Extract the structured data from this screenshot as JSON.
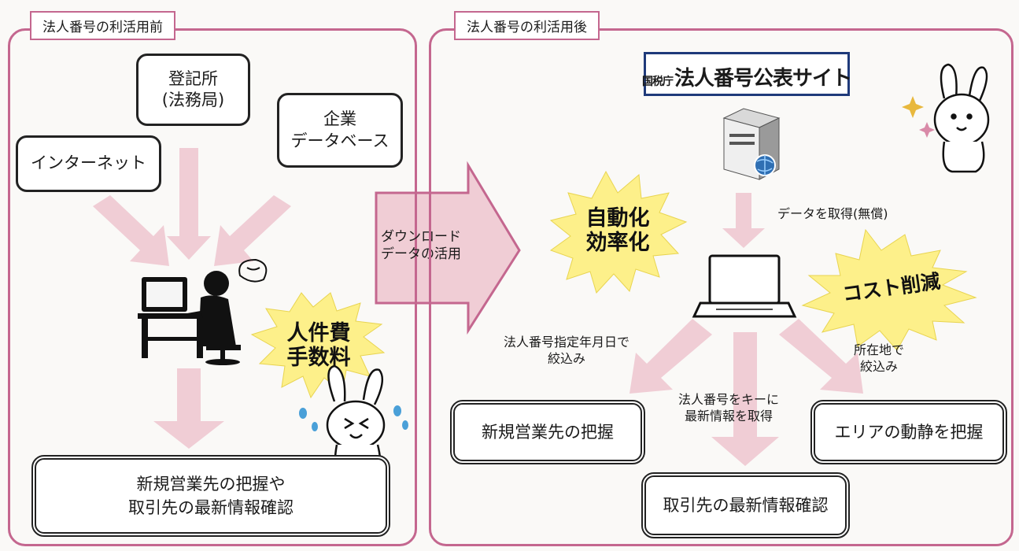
{
  "before": {
    "tab": "法人番号の利活用前",
    "registry": [
      "登記所",
      "(法務局)"
    ],
    "internet": "インターネット",
    "company_db": [
      "企業",
      "データベース"
    ],
    "cost_burst": [
      "人件費",
      "手数料"
    ],
    "result": [
      "新規営業先の把握や",
      "取引先の最新情報確認"
    ]
  },
  "transition": {
    "arrow_label": [
      "ダウンロード",
      "データの活用"
    ]
  },
  "after": {
    "tab": "法人番号の利活用後",
    "site": {
      "prefix": "国税庁",
      "name": "法人番号公表サイト"
    },
    "efficiency_burst": [
      "自動化",
      "効率化"
    ],
    "cost_burst": "コスト削減",
    "download_label": "データを取得(無償)",
    "filter_date_label": [
      "法人番号指定年月日で",
      "絞込み"
    ],
    "filter_location_label": [
      "所在地で",
      "絞込み"
    ],
    "key_label": [
      "法人番号をキーに",
      "最新情報を取得"
    ],
    "result_new": "新規営業先の把握",
    "result_area": "エリアの動静を把握",
    "result_partner": "取引先の最新情報確認"
  },
  "colors": {
    "panel_border": "#c4678f",
    "arrow_fill": "#f0cdd5",
    "burst_fill": "#fdf08a",
    "site_border": "#1f3a7a"
  },
  "icons": [
    "frustrated-worker-icon",
    "server-icon",
    "laptop-icon",
    "rabbit-mascot-icon"
  ]
}
